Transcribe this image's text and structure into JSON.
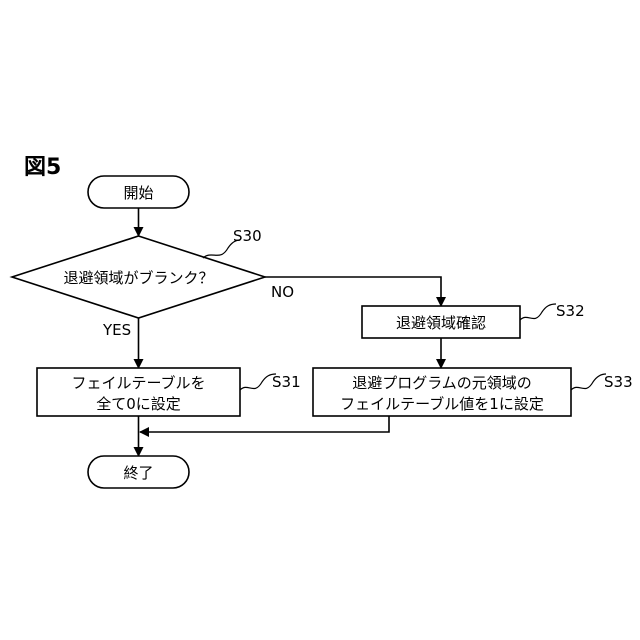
{
  "figure": {
    "title": "図5"
  },
  "nodes": {
    "start": {
      "label": "開始"
    },
    "decision": {
      "label": "退避領域がブランク？",
      "step": "S30"
    },
    "check": {
      "label": "退避領域確認",
      "step": "S32"
    },
    "set_zero": {
      "line1": "フェイルテーブルを",
      "line2": "全て0に設定",
      "step": "S31"
    },
    "set_one": {
      "line1": "退避プログラムの元領域の",
      "line2": "フェイルテーブル値を1に設定",
      "step": "S33"
    },
    "end": {
      "label": "終了"
    }
  },
  "edges": {
    "yes_label": "YES",
    "no_label": "NO"
  }
}
